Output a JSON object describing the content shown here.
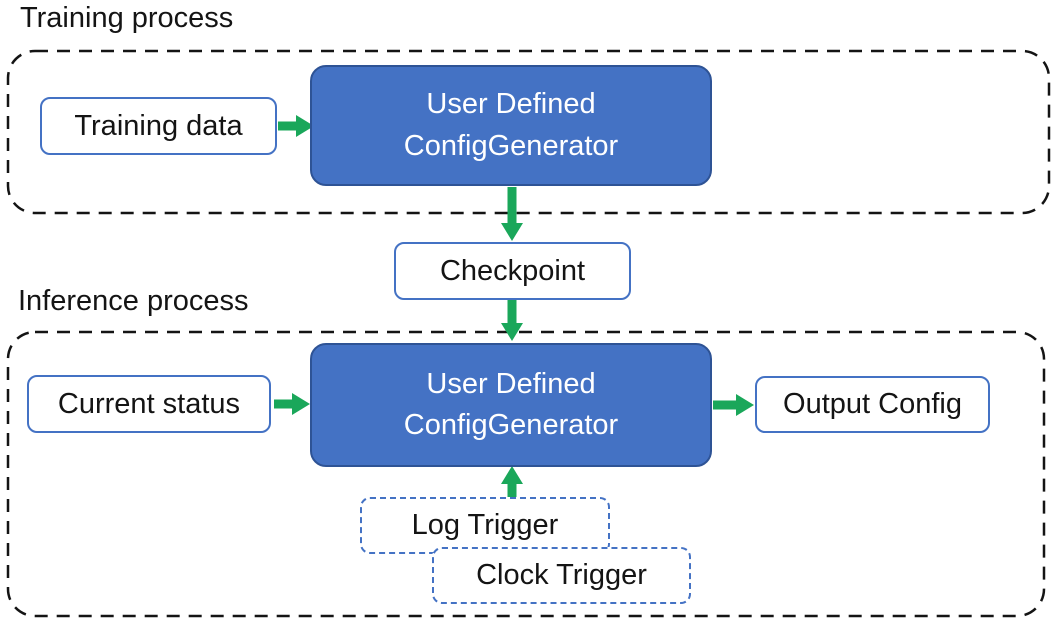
{
  "colors": {
    "canvas_bg": "#ffffff",
    "text": "#141414",
    "container_border": "#141414",
    "box_border": "#4472c4",
    "box_fill": "#ffffff",
    "generator_fill": "#4472c4",
    "generator_border": "#2e5395",
    "generator_text": "#ffffff",
    "arrow": "#1aa75a",
    "trigger_border": "#4472c4"
  },
  "training": {
    "section_label": "Training process",
    "input_label": "Training data",
    "generator_line1": "User Defined",
    "generator_line2": "ConfigGenerator"
  },
  "checkpoint_label": "Checkpoint",
  "inference": {
    "section_label": "Inference process",
    "input_label": "Current status",
    "generator_line1": "User Defined",
    "generator_line2": "ConfigGenerator",
    "output_label": "Output Config",
    "log_trigger_label": "Log Trigger",
    "clock_trigger_label": "Clock Trigger"
  },
  "edges": [
    {
      "from": "Training data",
      "to": "User Defined ConfigGenerator (training)",
      "direction": "right"
    },
    {
      "from": "User Defined ConfigGenerator (training)",
      "to": "Checkpoint",
      "direction": "down"
    },
    {
      "from": "Checkpoint",
      "to": "User Defined ConfigGenerator (inference)",
      "direction": "down"
    },
    {
      "from": "Current status",
      "to": "User Defined ConfigGenerator (inference)",
      "direction": "right"
    },
    {
      "from": "User Defined ConfigGenerator (inference)",
      "to": "Output Config",
      "direction": "right"
    },
    {
      "from": "Log Trigger / Clock Trigger",
      "to": "User Defined ConfigGenerator (inference)",
      "direction": "up"
    }
  ]
}
